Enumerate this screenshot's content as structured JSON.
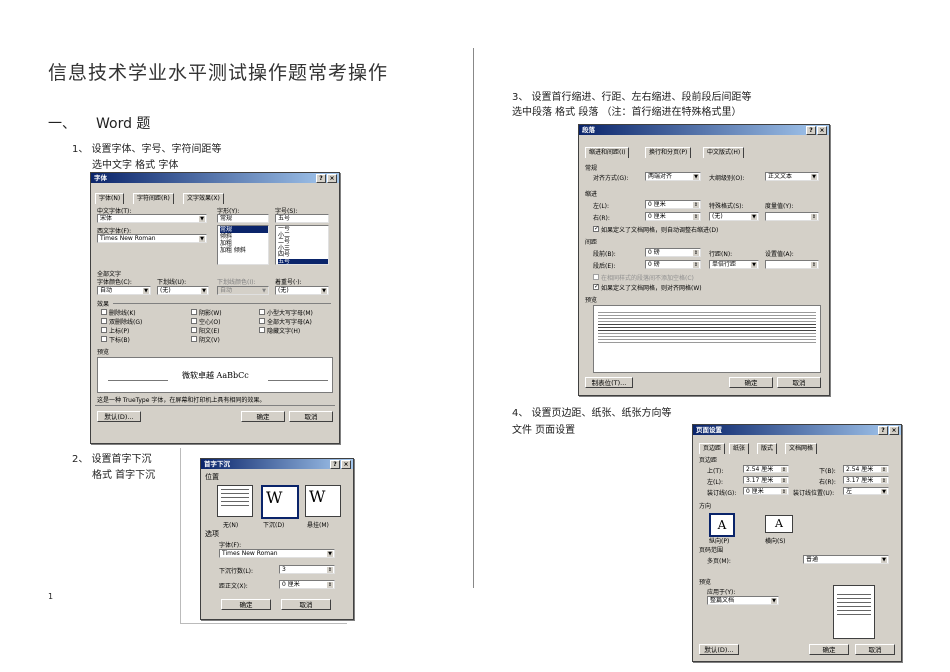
{
  "doc": {
    "title": "信息技术学业水平测试操作题常考操作",
    "section1": {
      "num": "一、",
      "label": "Word   题"
    },
    "item1": {
      "title": "1、 设置字体、字号、字符间距等",
      "steps": "选中文字     格式     字体"
    },
    "item2": {
      "title": "2、 设置首字下沉",
      "steps": "格式     首字下沉"
    },
    "item3": {
      "title": "3、 设置首行缩进、行距、左右缩进、段前段后间距等",
      "steps": "选中段落     格式     段落     （注：首行缩进在特殊格式里）"
    },
    "item4": {
      "title": "4、 设置页边距、纸张、纸张方向等",
      "steps": "文件     页面设置"
    },
    "page_number": "1"
  },
  "font_dialog": {
    "title": "字体",
    "tabs": [
      "字体(N)",
      "字符间距(R)",
      "文字效果(X)"
    ],
    "cn_font_label": "中文字体(T):",
    "cn_font_value": "宋体",
    "style_label": "字形(Y):",
    "style_value": "常规",
    "size_label": "字号(S):",
    "size_value": "五号",
    "styles": [
      "常规",
      "倾斜",
      "加粗",
      "加粗 倾斜"
    ],
    "sizes": [
      "一号",
      "小二",
      "二号",
      "小三",
      "四号",
      "五号"
    ],
    "west_font_label": "西文字体(F):",
    "west_font_value": "Times New Roman",
    "all_text": "全部文字",
    "color_label": "字体颜色(C):",
    "color_value": "自动",
    "underline_label": "下划线(U):",
    "underline_value": "(无)",
    "underline_color_label": "下划线颜色(I):",
    "underline_color_value": "自动",
    "emphasis_label": "着重号(·):",
    "emphasis_value": "(无)",
    "effects_label": "效果",
    "effects": [
      "删除线(K)",
      "双删除线(G)",
      "上标(P)",
      "下标(B)",
      "阴影(W)",
      "空心(O)",
      "阳文(E)",
      "阴文(V)",
      "小型大写字母(M)",
      "全部大写字母(A)",
      "隐藏文字(H)"
    ],
    "preview_label": "预览",
    "preview_text": "微软卓越 AaBbCc",
    "note": "这是一种 TrueType 字体，在屏幕和打印机上具有相同的效果。",
    "default_btn": "默认(D)...",
    "ok": "确定",
    "cancel": "取消"
  },
  "dropcap_dialog": {
    "title": "首字下沉",
    "position_label": "位置",
    "options": [
      "无(N)",
      "下沉(D)",
      "悬挂(M)"
    ],
    "opts_label": "选项",
    "font_label": "字体(F):",
    "font_value": "Times New Roman",
    "lines_label": "下沉行数(L):",
    "lines_value": "3",
    "distance_label": "距正文(X):",
    "distance_value": "0 厘米",
    "ok": "确定",
    "cancel": "取消"
  },
  "para_dialog": {
    "title": "段落",
    "tabs": [
      "缩进和间距(I)",
      "换行和分页(P)",
      "中文版式(H)"
    ],
    "general": "常规",
    "align_label": "对齐方式(G):",
    "align_value": "两端对齐",
    "outline_label": "大纲级别(O):",
    "outline_value": "正文文本",
    "indent": "缩进",
    "left_label": "左(L):",
    "left_value": "0 厘米",
    "right_label": "右(R):",
    "right_value": "0 厘米",
    "special_label": "特殊格式(S):",
    "special_value": "(无)",
    "by_label": "度量值(Y):",
    "grid_indent": "如果定义了文档网格，则自动调整右缩进(D)",
    "spacing": "间距",
    "before_label": "段前(B):",
    "before_value": "0 磅",
    "after_label": "段后(E):",
    "after_value": "0 磅",
    "line_label": "行距(N):",
    "line_value": "单倍行距",
    "at_label": "设置值(A):",
    "no_space": "在相同样式的段落间不添加空格(C)",
    "snap_grid": "如果定义了文档网格，则对齐网格(W)",
    "preview_label": "预览",
    "tabs_btn": "制表位(T)...",
    "ok": "确定",
    "cancel": "取消"
  },
  "page_dialog": {
    "title": "页面设置",
    "tabs": [
      "页边距",
      "纸张",
      "版式",
      "文档网格"
    ],
    "margins_label": "页边距",
    "top_label": "上(T):",
    "top_value": "2.54 厘米",
    "bottom_label": "下(B):",
    "bottom_value": "2.54 厘米",
    "left_label": "左(L):",
    "left_value": "3.17 厘米",
    "right_label": "右(R):",
    "right_value": "3.17 厘米",
    "gutter_label": "装订线(G):",
    "gutter_value": "0 厘米",
    "gutter_pos_label": "装订线位置(U):",
    "gutter_pos_value": "左",
    "orientation_label": "方向",
    "portrait": "纵向(P)",
    "landscape": "横向(S)",
    "pages_label": "页码范围",
    "multi_label": "多页(M):",
    "multi_value": "普通",
    "preview_label": "预览",
    "apply_label": "应用于(Y):",
    "apply_value": "整篇文档",
    "default_btn": "默认(D)...",
    "ok": "确定",
    "cancel": "取消"
  }
}
